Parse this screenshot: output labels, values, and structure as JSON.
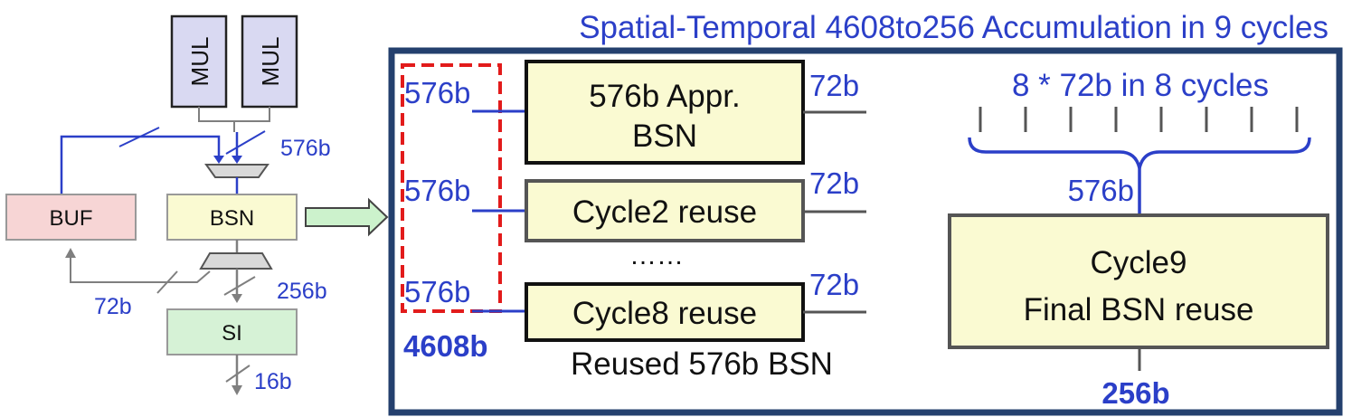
{
  "title": "Spatial-Temporal 4608to256 Accumulation in 9 cycles",
  "colors": {
    "blue": "#2b3fc8",
    "navy": "#24406e",
    "red": "#e21b1b",
    "gray": "#7f7f7f",
    "mul_fill": "#d9d9f2",
    "buf_fill": "#f7d5d5",
    "bsn_fill": "#fafad2",
    "si_fill": "#d6f2d6",
    "arrow_fill": "#ccf2cc"
  },
  "left": {
    "mul1": "MUL",
    "mul2": "MUL",
    "buf": "BUF",
    "bsn": "BSN",
    "si": "SI",
    "w_576": "576b",
    "w_256": "256b",
    "w_72": "72b",
    "w_16": "16b"
  },
  "right": {
    "in_labels": [
      "576b",
      "576b",
      "576b"
    ],
    "out_labels": [
      "72b",
      "72b",
      "72b"
    ],
    "box1_line1": "576b Appr.",
    "box1_line2": "BSN",
    "box2": "Cycle2 reuse",
    "dots": "……",
    "box3": "Cycle8 reuse",
    "total_in": "4608b",
    "reused_caption": "Reused 576b BSN",
    "collect_label": "8 * 72b in 8 cycles",
    "final_in": "576b",
    "final_line1": "Cycle9",
    "final_line2": "Final BSN reuse",
    "final_out": "256b"
  }
}
